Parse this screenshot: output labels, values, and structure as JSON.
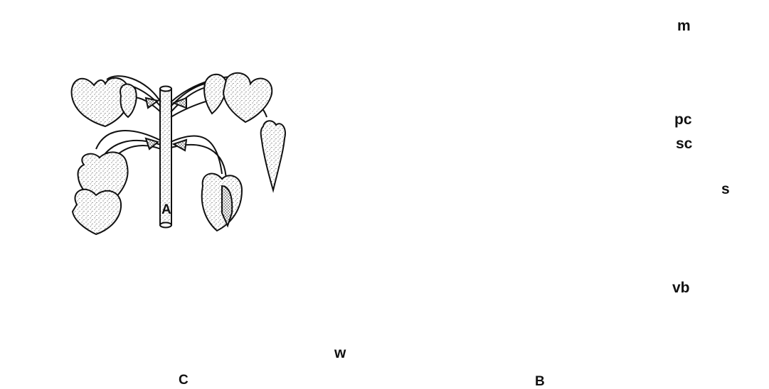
{
  "panels": {
    "a": "A",
    "b": "B",
    "c": "C"
  },
  "parts": {
    "m": "m",
    "pc": "pc",
    "sc": "sc",
    "s": "s",
    "vb": "vb",
    "w": "w"
  },
  "colors": {
    "ink": "#111111",
    "paper": "#ffffff",
    "stipple": "#222222"
  }
}
